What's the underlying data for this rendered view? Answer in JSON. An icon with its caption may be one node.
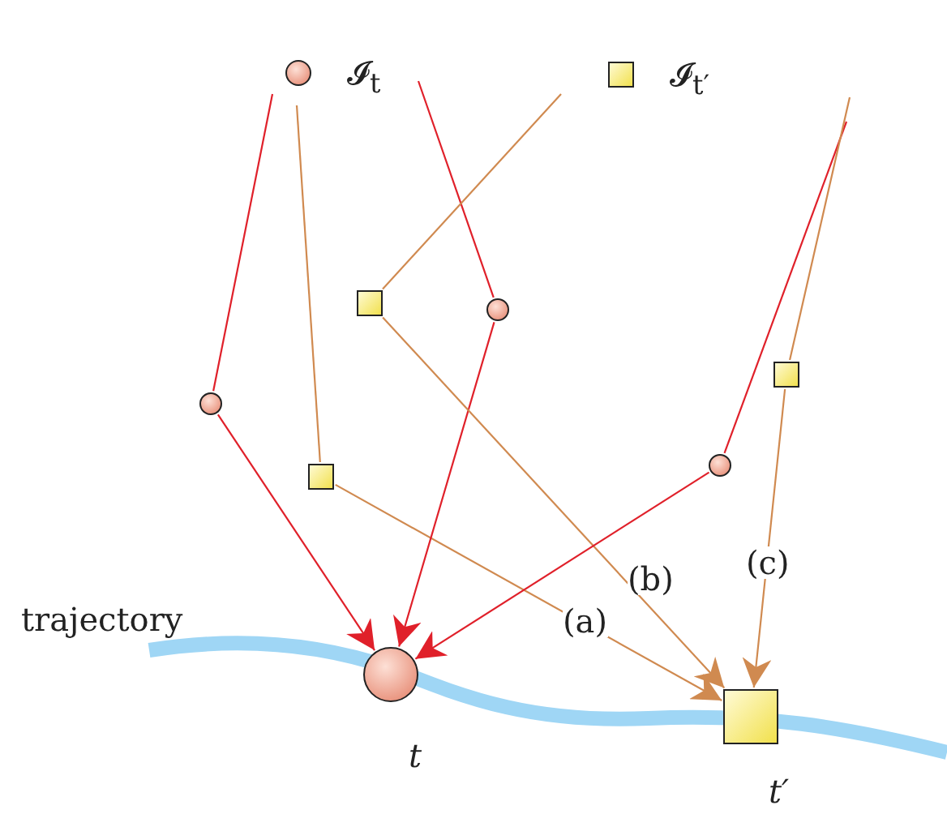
{
  "diagram": {
    "nodes": [
      {
        "text": [],
        "shape": "circle"
      },
      {
        "text": [],
        "shape": "box"
      },
      {
        "text": [],
        "shape": "box"
      },
      {
        "text": [],
        "shape": "circle"
      },
      {
        "text": [],
        "shape": "circle"
      },
      {
        "text": [],
        "shape": "box"
      },
      {
        "text": [],
        "shape": "circle",
        "beside": [
          "t"
        ]
      },
      {
        "text": [],
        "shape": "box",
        "beside": [
          "t′"
        ]
      }
    ],
    "edges": [
      {
        "from": null,
        "to": 3,
        "arrow": "none",
        "color": "#e0202a"
      },
      {
        "from": 3,
        "to": 6,
        "arrow": "to",
        "color": "#e0202a"
      },
      {
        "from": null,
        "to": 5,
        "arrow": "none",
        "color": "#d08a50"
      },
      {
        "from": 5,
        "to": 7,
        "arrow": "to",
        "color": "#d08a50",
        "label": "(a)"
      },
      {
        "from": null,
        "to": 0,
        "arrow": "none",
        "color": "#e0202a"
      },
      {
        "from": 0,
        "to": 6,
        "arrow": "to",
        "color": "#e0202a"
      },
      {
        "from": null,
        "to": 1,
        "arrow": "none",
        "color": "#d08a50"
      },
      {
        "from": 1,
        "to": 7,
        "arrow": "to",
        "color": "#d08a50",
        "label": "(b)"
      },
      {
        "from": null,
        "to": 4,
        "arrow": "none",
        "color": "#e0202a"
      },
      {
        "from": 4,
        "to": 6,
        "arrow": "to",
        "color": "#e0202a"
      },
      {
        "from": null,
        "to": 2,
        "arrow": "none",
        "color": "#d08a50"
      },
      {
        "from": 2,
        "to": 7,
        "arrow": "to",
        "color": "#d08a50",
        "label": "(c)"
      }
    ],
    "labels": [
      "trajectory"
    ],
    "legend": [
      {
        "text": "𝓘$_{t}$"
      },
      {
        "text": "𝓘$_{t′}$"
      }
    ]
  }
}
